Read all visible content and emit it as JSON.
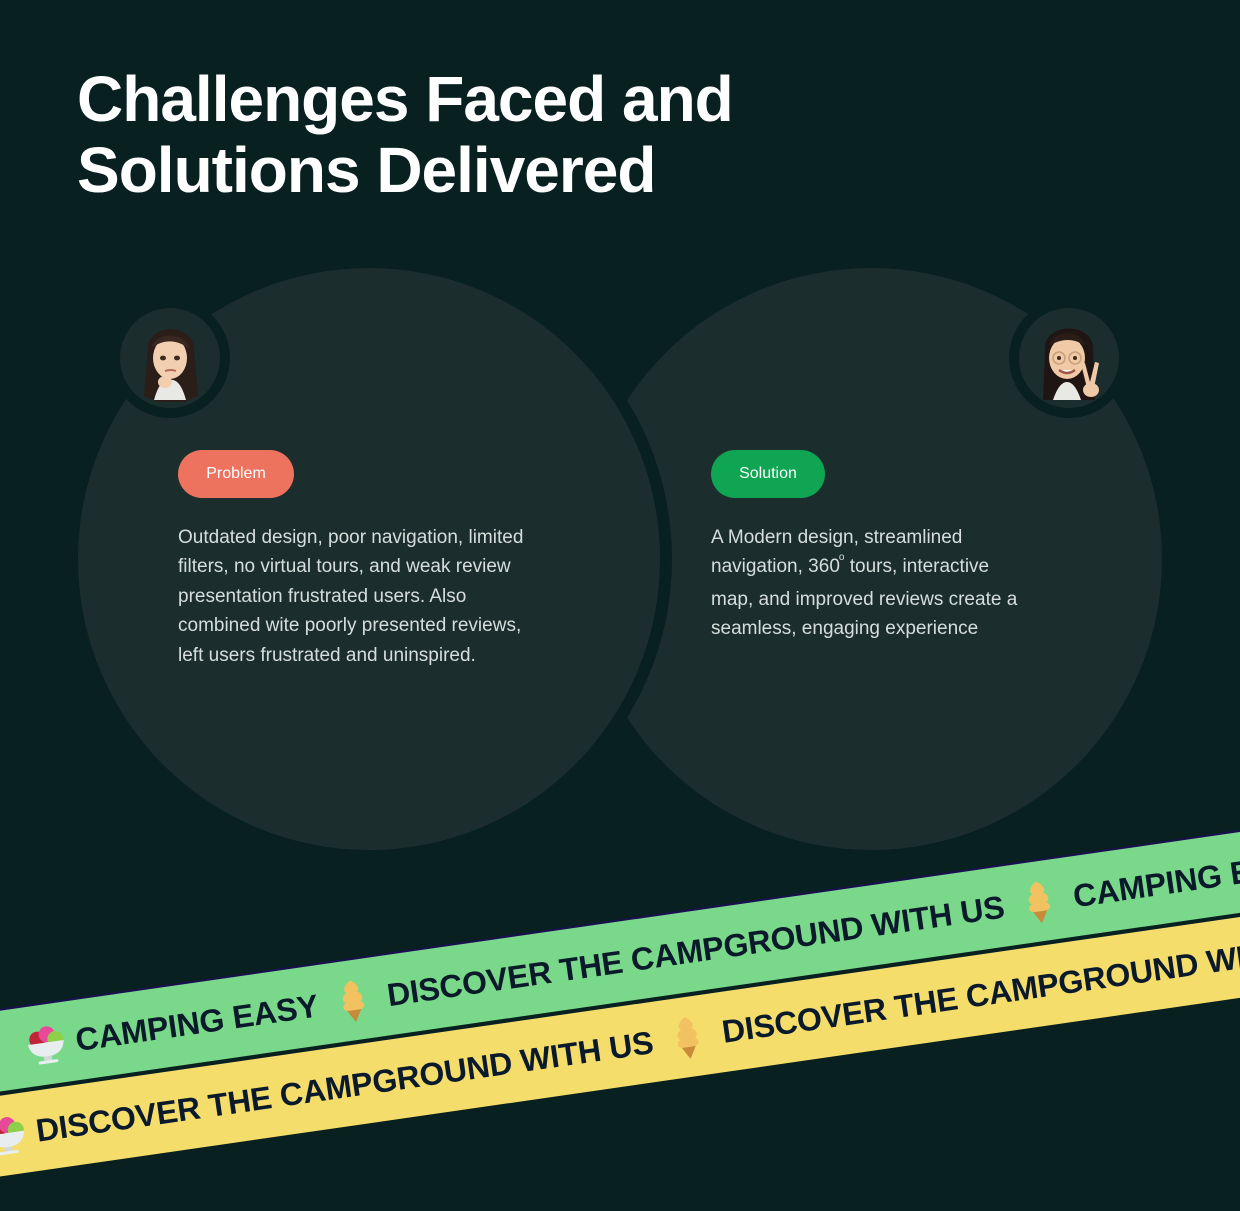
{
  "title": {
    "line1": "Challenges Faced and",
    "line2": "Solutions Delivered"
  },
  "problem": {
    "label": "Problem",
    "avatar_icon": "thinking-woman-memoji-icon",
    "lines": [
      "Outdated design, poor navigation, limited",
      "filters, no virtual tours,  and weak review",
      "presentation frustrated users. Also",
      "combined wite poorly presented reviews,",
      "left users frustrated and uninspired."
    ],
    "color": "#ee735e"
  },
  "solution": {
    "label": "Solution",
    "avatar_icon": "peace-sign-woman-memoji-icon",
    "line1": "A Modern design, streamlined",
    "line2_a": "navigation, 360",
    "line2_deg": "o",
    "line2_b": " tours, interactive",
    "line3": "map, and improved reviews create a",
    "line4": "seamless, engaging experience",
    "color": "#0fa553"
  },
  "marquee": {
    "green": {
      "items": [
        "CAMPING EASY",
        "DISCOVER THE CAMPGROUND WITH US",
        "CAMPING EASY"
      ],
      "color": "#7ad88a"
    },
    "yellow": {
      "items": [
        "DISCOVER THE CAMPGROUND WITH US",
        "DISCOVER THE CAMPGROUND WITH US"
      ],
      "color": "#f5dd6c"
    },
    "icons": [
      "ice-cream-bowl-icon",
      "soft-serve-cone-icon"
    ]
  }
}
